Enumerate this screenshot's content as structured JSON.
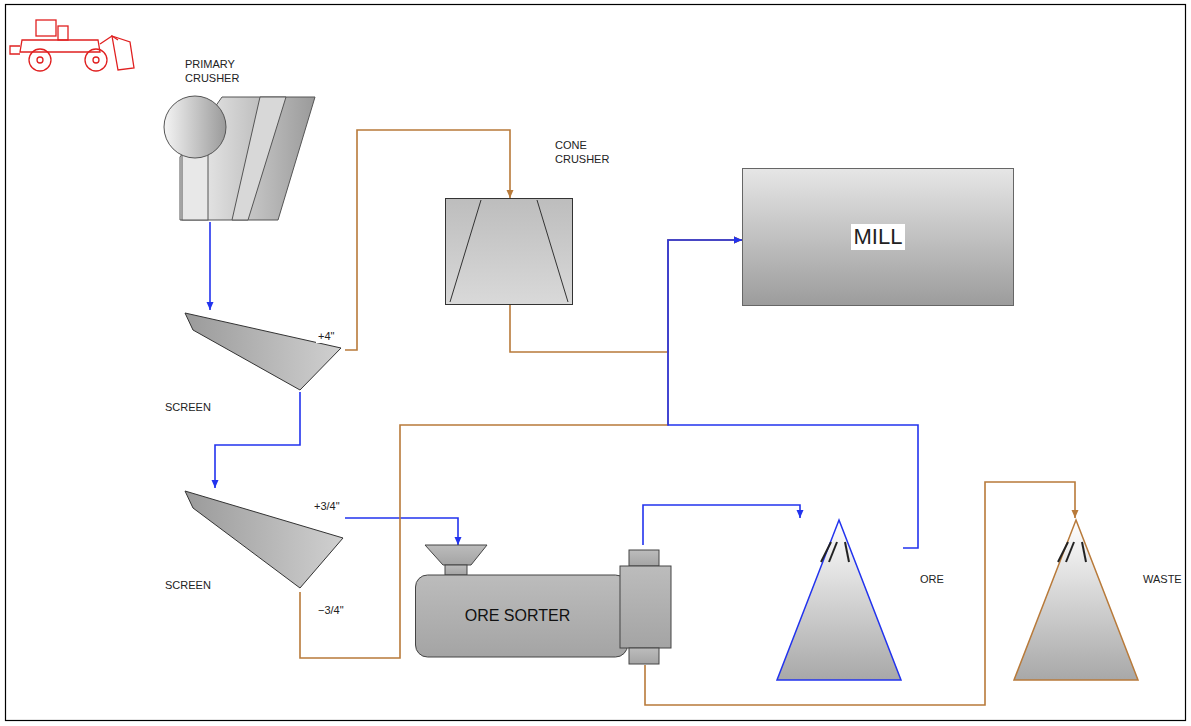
{
  "diagram": {
    "nodes": [
      {
        "text": [
          "PRIMARY CRUSHER"
        ]
      },
      {
        "text": [
          "CONE CRUSHER"
        ]
      },
      {
        "text": [
          "MILL"
        ]
      },
      {
        "text": [
          "SCREEN"
        ]
      },
      {
        "text": [
          "SCREEN"
        ]
      },
      {
        "text": [
          "ORE SORTER"
        ]
      },
      {
        "text": [
          "ORE"
        ]
      },
      {
        "text": [
          "WASTE"
        ]
      }
    ],
    "edges": [
      {
        "from": 0,
        "to": 3,
        "arrow": "to"
      },
      {
        "from": 3,
        "to": 1,
        "label": "+4\"",
        "arrow": "to"
      },
      {
        "from": 1,
        "to": 2,
        "arrow": "to"
      },
      {
        "from": 3,
        "to": 4,
        "arrow": "to"
      },
      {
        "from": 4,
        "to": 5,
        "label": "+3/4\"",
        "arrow": "to"
      },
      {
        "from": 4,
        "to": 2,
        "label": "−3/4\"",
        "arrow": "to"
      },
      {
        "from": 5,
        "to": 6,
        "arrow": "to"
      },
      {
        "from": 6,
        "to": 2,
        "arrow": "to"
      },
      {
        "from": 5,
        "to": 7,
        "arrow": "to"
      }
    ]
  }
}
